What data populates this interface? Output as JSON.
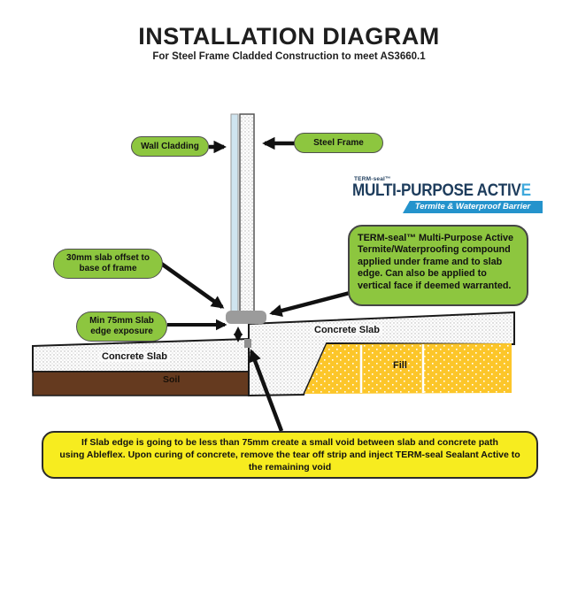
{
  "header": {
    "title": "INSTALLATION DIAGRAM",
    "subtitle": "For Steel Frame Cladded Construction to meet AS3660.1"
  },
  "labels": {
    "wall_cladding": "Wall Cladding",
    "steel_frame": "Steel Frame",
    "offset_lines": [
      "30mm slab offset to",
      "base of frame"
    ],
    "exposure_lines": [
      "Min 75mm Slab",
      "edge exposure"
    ],
    "concrete_slab_main": "Concrete Slab",
    "concrete_slab_path": "Concrete Slab",
    "soil": "Soil",
    "fill": "Fill"
  },
  "logo": {
    "brand_small": "TERM-seal™",
    "name_main": "MULTI-PURPOSE ACTIV",
    "name_last_letter": "E",
    "tagline": "Termite & Waterproof Barrier"
  },
  "notes": {
    "compound_lines": [
      "TERM-seal™ Multi-Purpose Active",
      "Termite/Waterproofing compound",
      "applied under frame and to slab",
      "edge. Can also be applied to",
      "vertical face if deemed warranted."
    ],
    "void_lines": [
      "If Slab edge is going to be less than 75mm create a small void between slab and concrete path",
      "using Ableflex. Upon curing of concrete, remove the tear off strip and inject TERM-seal Sealant Active to",
      "the remaining void"
    ]
  },
  "colors": {
    "pill_green": "#8dc63f",
    "note_yellow": "#f7ec1f",
    "fill_yellow": "#fcc62a",
    "soil_brown": "#653a1f",
    "cladding_blue": "#cfe4ef",
    "compound_gray": "#9b9b9b",
    "logo_navy": "#1d3c5c",
    "logo_blue": "#2493cc",
    "arrow_black": "#111111"
  }
}
